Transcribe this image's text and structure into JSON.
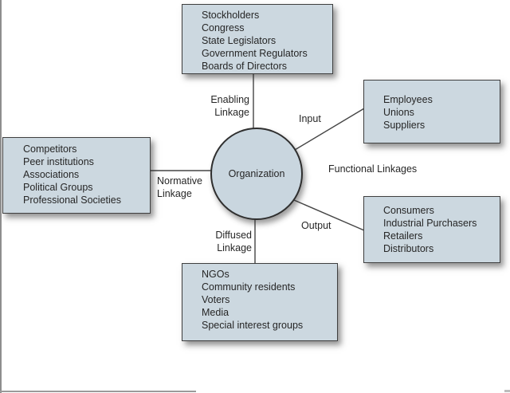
{
  "colors": {
    "box_fill": "#ccd8e0",
    "box_border": "#3f3f3f",
    "circle_fill": "#c9d6df",
    "connector_line": "#454545",
    "text": "#262626",
    "page_edge": "#8e8e8e"
  },
  "diagram": {
    "center": {
      "label": "Organization"
    },
    "boxes": {
      "top": {
        "items": [
          "Stockholders",
          "Congress",
          "State Legislators",
          "Government Regulators",
          "Boards of Directors"
        ]
      },
      "left": {
        "items": [
          "Competitors",
          "Peer institutions",
          "Associations",
          "Political Groups",
          "Professional Societies"
        ]
      },
      "right_top": {
        "items": [
          "Employees",
          "Unions",
          "Suppliers"
        ]
      },
      "right_bottom": {
        "items": [
          "Consumers",
          "Industrial Purchasers",
          "Retailers",
          "Distributors"
        ]
      },
      "bottom": {
        "items": [
          "NGOs",
          "Community residents",
          "Voters",
          "Media",
          "Special interest groups"
        ]
      }
    },
    "labels": {
      "enabling": {
        "line1": "Enabling",
        "line2": "Linkage"
      },
      "input": "Input",
      "functional": "Functional Linkages",
      "normative": {
        "line1": "Normative",
        "line2": "Linkage"
      },
      "output": "Output",
      "diffused": {
        "line1": "Diffused",
        "line2": "Linkage"
      }
    }
  }
}
